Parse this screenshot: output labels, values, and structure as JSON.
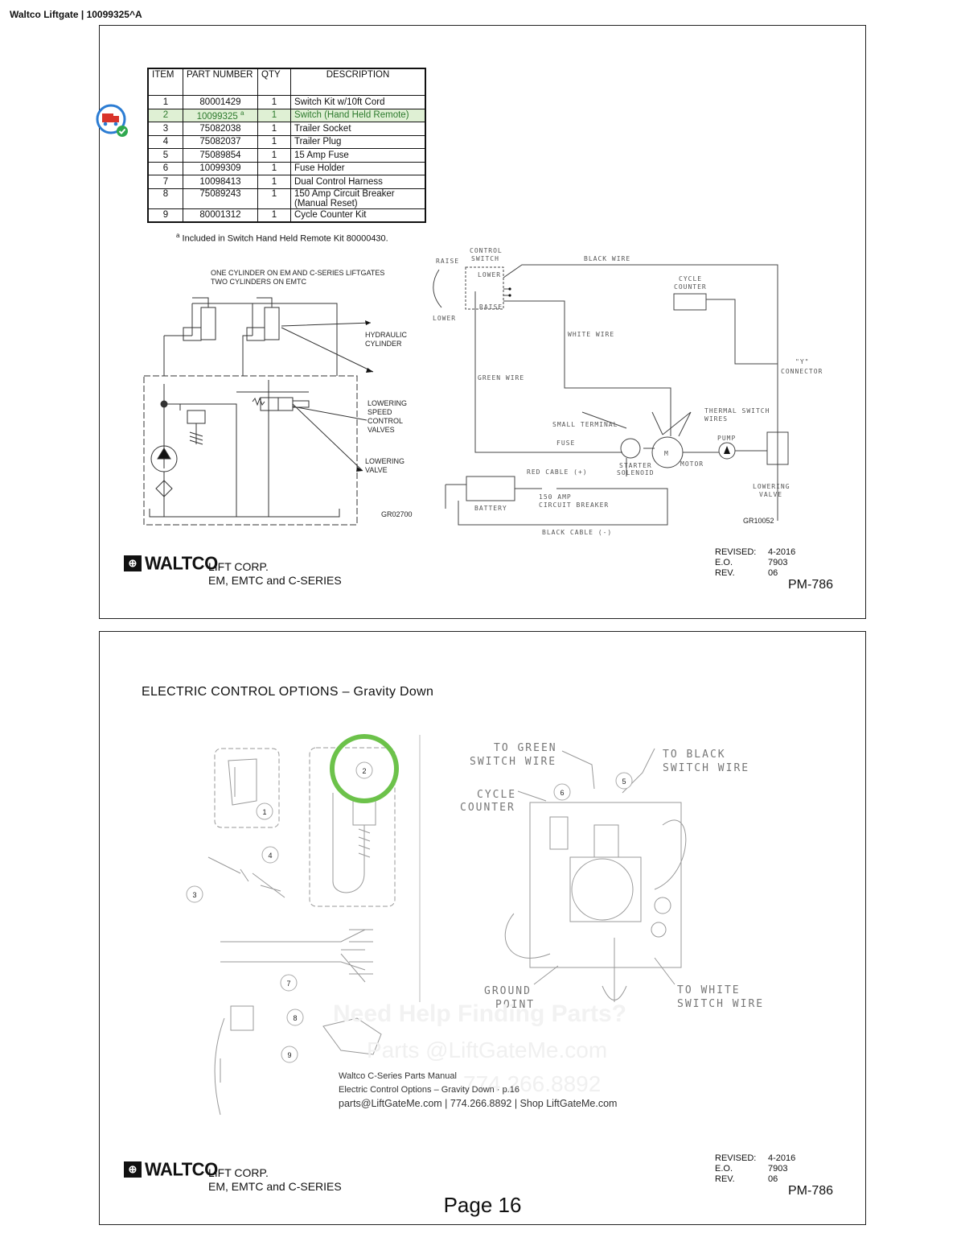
{
  "header": {
    "title": "Waltco Liftgate | 10099325^A"
  },
  "parts_table": {
    "headers": {
      "item": "ITEM",
      "part": "PART NUMBER",
      "qty": "QTY",
      "desc": "DESCRIPTION"
    },
    "rows": [
      {
        "item": "1",
        "part": "80001429",
        "qty": "1",
        "desc": "Switch Kit w/10ft Cord"
      },
      {
        "item": "2",
        "part": "10099325",
        "sup": "a",
        "qty": "1",
        "desc": "Switch (Hand Held Remote)"
      },
      {
        "item": "3",
        "part": "75082038",
        "qty": "1",
        "desc": "Trailer Socket"
      },
      {
        "item": "4",
        "part": "75082037",
        "qty": "1",
        "desc": "Trailer Plug"
      },
      {
        "item": "5",
        "part": "75089854",
        "qty": "1",
        "desc": "15 Amp Fuse"
      },
      {
        "item": "6",
        "part": "10099309",
        "qty": "1",
        "desc": "Fuse Holder"
      },
      {
        "item": "7",
        "part": "10098413",
        "qty": "1",
        "desc": "Dual Control Harness"
      },
      {
        "item": "8",
        "part": "75089243",
        "qty": "1",
        "desc": "150 Amp Circuit Breaker",
        "desc2": "(Manual Reset)"
      },
      {
        "item": "9",
        "part": "80001312",
        "qty": "1",
        "desc": "Cycle Counter Kit"
      }
    ],
    "footnote_mark": "a",
    "footnote": "Included in Switch Hand Held Remote Kit 80000430."
  },
  "hydraulic": {
    "note1": "ONE CYLINDER ON EM AND C-SERIES LIFTGATES",
    "note2": "TWO CYLINDERS ON EMTC",
    "hydraulic_cylinder": [
      "HYDRAULIC",
      "CYLINDER"
    ],
    "speed_valves": [
      "LOWERING",
      "SPEED",
      "CONTROL",
      "VALVES"
    ],
    "lowering_valve": [
      "LOWERING",
      "VALVE"
    ],
    "code": "GR02700"
  },
  "electrical": {
    "control_switch": [
      "CONTROL",
      "SWITCH"
    ],
    "raise": "RAISE",
    "lower": "LOWER",
    "lower2": "LOWER",
    "raise2": "RAISE",
    "black_wire": "BLACK WIRE",
    "cycle_counter": [
      "CYCLE",
      "COUNTER"
    ],
    "white_wire": "WHITE WIRE",
    "y_connector": [
      "\"Y\"",
      "CONNECTOR"
    ],
    "green_wire": "GREEN WIRE",
    "thermal": [
      "THERMAL SWITCH",
      "WIRES"
    ],
    "small_terminal": "SMALL TERMINAL",
    "fuse": "FUSE",
    "pump": "PUMP",
    "red_cable": "RED CABLE (+)",
    "starter": [
      "STARTER",
      "SOLENOID"
    ],
    "motor": "MOTOR",
    "battery": "BATTERY",
    "breaker": [
      "150 AMP",
      "CIRCUIT BREAKER"
    ],
    "lowering_valve": [
      "LOWERING",
      "VALVE"
    ],
    "black_cable": "BLACK CABLE (-)",
    "code": "GR10052",
    "m": "M"
  },
  "footer": {
    "logo": "WALTCO",
    "company1": "LIFT CORP.",
    "company2": "EM, EMTC and C-SERIES",
    "revised_label": "REVISED:",
    "revised": "4-2016",
    "eo_label": "E.O.",
    "eo": "7903",
    "rev_label": "REV.",
    "rev": "06",
    "pm": "PM-786"
  },
  "panel2": {
    "title": "ELECTRIC CONTROL OPTIONS – Gravity Down",
    "callouts": [
      "1",
      "2",
      "3",
      "4",
      "5",
      "6",
      "7",
      "8",
      "9"
    ],
    "labels": {
      "to_green": [
        "TO GREEN",
        "SWITCH WIRE"
      ],
      "to_black": [
        "TO BLACK",
        "SWITCH WIRE"
      ],
      "cycle_counter": [
        "CYCLE",
        "COUNTER"
      ],
      "ground": [
        "GROUND",
        "POINT"
      ],
      "to_white": [
        "TO WHITE",
        "SWITCH WIRE"
      ]
    },
    "watermark": [
      "Need Help Finding Parts?",
      "Parts @LiftGateMe.com",
      "774.266.8892"
    ],
    "caption": [
      "Waltco C-Series Parts Manual",
      "Electric Control Options – Gravity Down · p.16",
      "parts@LiftGateMe.com | 774.266.8892 | Shop LiftGateMe.com"
    ]
  },
  "page": {
    "label": "Page 16"
  }
}
